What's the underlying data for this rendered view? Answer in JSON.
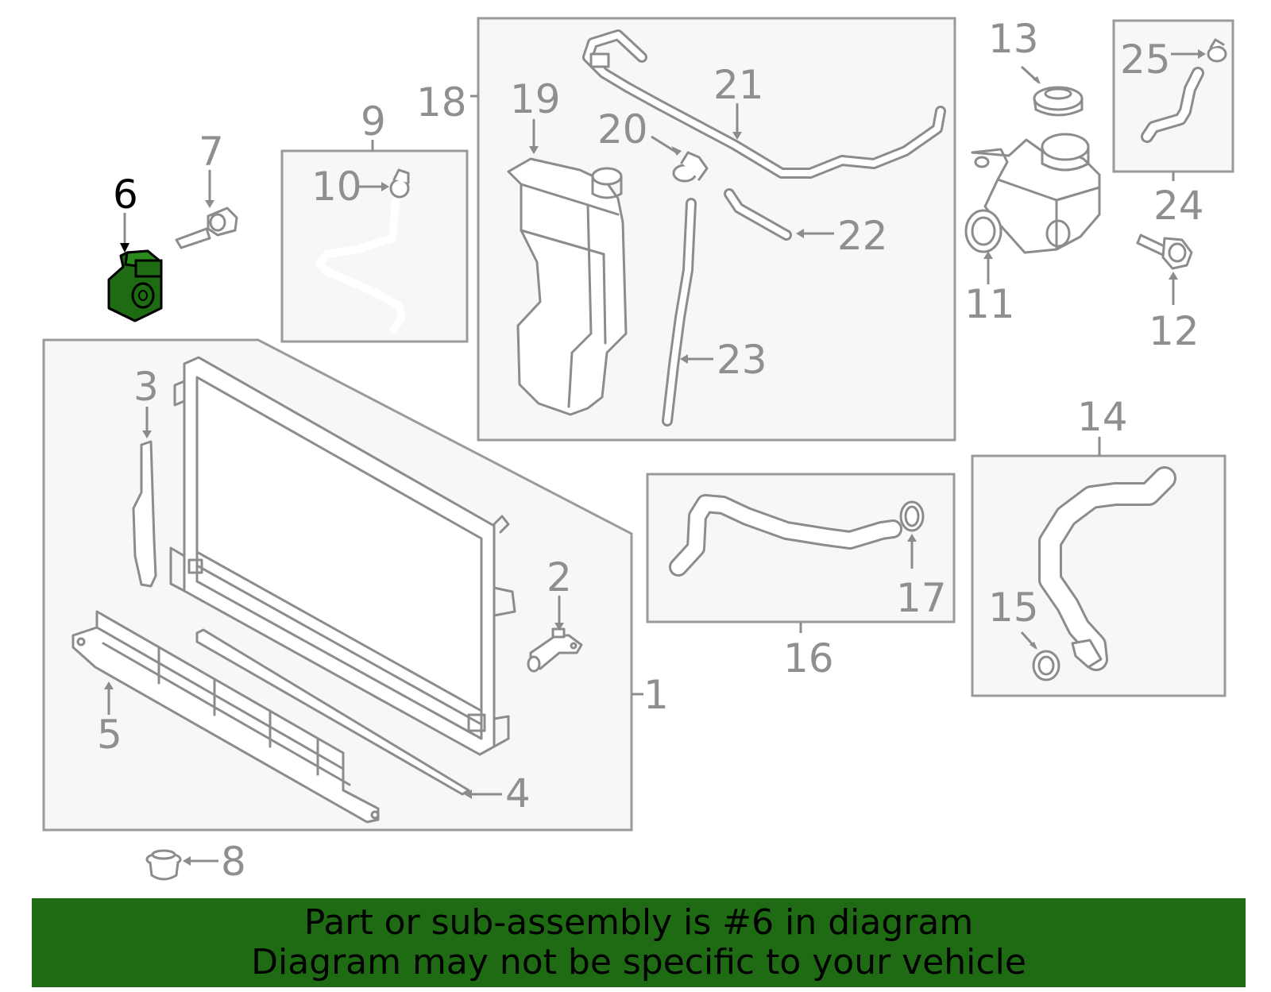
{
  "diagram": {
    "highlight_color": "#1e6b14",
    "callouts": [
      "1",
      "2",
      "3",
      "4",
      "5",
      "6",
      "7",
      "8",
      "9",
      "10",
      "11",
      "12",
      "13",
      "14",
      "15",
      "16",
      "17",
      "18",
      "19",
      "20",
      "21",
      "22",
      "23",
      "24",
      "25"
    ],
    "highlighted_callout": "6"
  },
  "banner": {
    "line1": "Part or sub-assembly is #6 in diagram",
    "line2": "Diagram may not be specific to your vehicle",
    "background": "#1e6b14"
  }
}
